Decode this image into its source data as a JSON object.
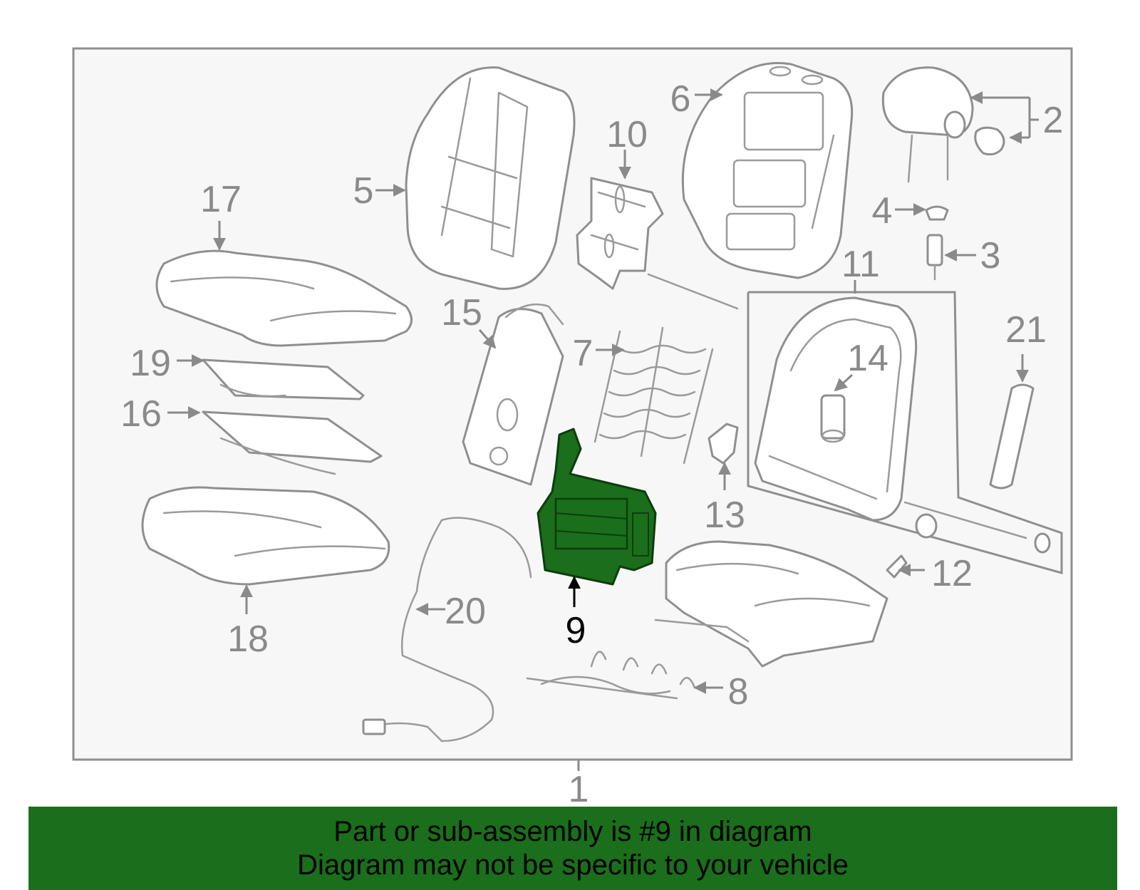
{
  "colors": {
    "frame": "#8f8f8f",
    "panel_background": "#f7f7f7",
    "part_stroke": "#8f8f8f",
    "label_gray": "#8a8a8a",
    "highlight_fill": "#1b6e1b",
    "banner_background": "#1b6e1b",
    "banner_text": "#000000"
  },
  "callouts": [
    {
      "id": "1",
      "label": "1"
    },
    {
      "id": "2",
      "label": "2"
    },
    {
      "id": "3",
      "label": "3"
    },
    {
      "id": "4",
      "label": "4"
    },
    {
      "id": "5",
      "label": "5"
    },
    {
      "id": "6",
      "label": "6"
    },
    {
      "id": "7",
      "label": "7"
    },
    {
      "id": "8",
      "label": "8"
    },
    {
      "id": "9",
      "label": "9",
      "highlighted": true
    },
    {
      "id": "10",
      "label": "10"
    },
    {
      "id": "11",
      "label": "11"
    },
    {
      "id": "12",
      "label": "12"
    },
    {
      "id": "13",
      "label": "13"
    },
    {
      "id": "14",
      "label": "14"
    },
    {
      "id": "15",
      "label": "15"
    },
    {
      "id": "16",
      "label": "16"
    },
    {
      "id": "17",
      "label": "17"
    },
    {
      "id": "18",
      "label": "18"
    },
    {
      "id": "19",
      "label": "19"
    },
    {
      "id": "20",
      "label": "20"
    },
    {
      "id": "21",
      "label": "21"
    }
  ],
  "banner": {
    "line1": "Part or sub-assembly is #9 in diagram",
    "line2": "Diagram may not be specific to your vehicle"
  }
}
